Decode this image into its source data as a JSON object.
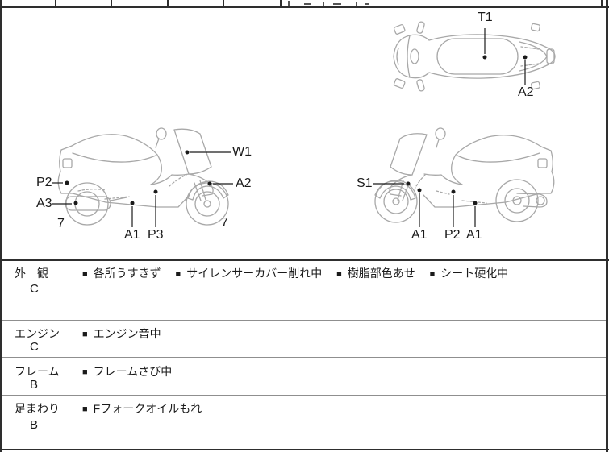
{
  "colors": {
    "ink": "#1a1a1a",
    "line_art": "#a8a8a8",
    "border_dark": "#2e2e2e",
    "row_divider": "#8f8f8f"
  },
  "bullet": "■",
  "diagrams": {
    "top_view": {
      "labels": [
        "T1",
        "A2"
      ]
    },
    "left_side": {
      "labels": [
        "W1",
        "P2",
        "A3",
        "A2",
        "A1",
        "P3"
      ],
      "tire_grades": [
        "7",
        "7"
      ]
    },
    "right_side": {
      "labels": [
        "S1",
        "A1",
        "P2",
        "A1"
      ]
    }
  },
  "sections": [
    {
      "label": "外　観",
      "grade": "C",
      "items": [
        "各所うすきず",
        "サイレンサーカバー削れ中",
        "樹脂部色あせ",
        "シート硬化中"
      ]
    },
    {
      "label": "エンジン",
      "grade": "C",
      "items": [
        "エンジン音中"
      ]
    },
    {
      "label": "フレーム",
      "grade": "B",
      "items": [
        "フレームさび中"
      ]
    },
    {
      "label": "足まわり",
      "grade": "B",
      "items": [
        "Fフォークオイルもれ"
      ]
    }
  ]
}
